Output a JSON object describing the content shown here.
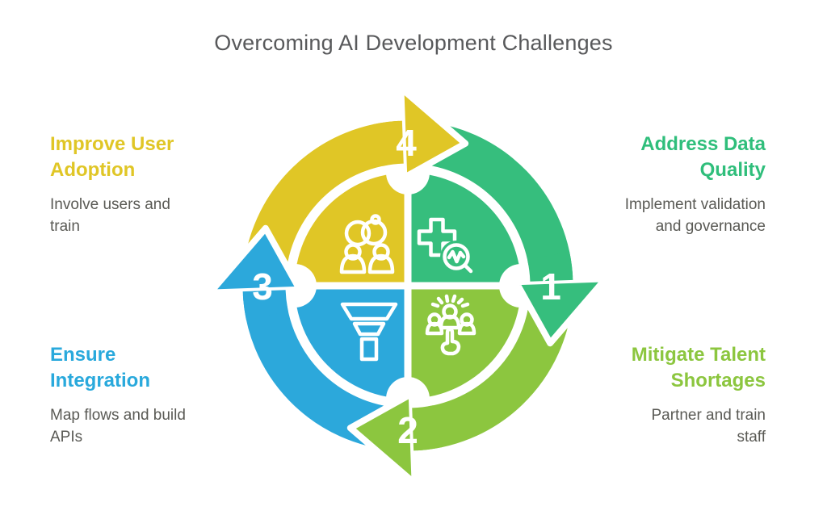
{
  "title": "Overcoming AI Development Challenges",
  "colors": {
    "yellow": "#E0C626",
    "green": "#36BE7D",
    "light_green": "#8CC63F",
    "blue": "#2CA8DB",
    "title_text": "#58595B",
    "body_text": "#5A5A55"
  },
  "steps": [
    {
      "number": "1",
      "title": "Address Data\nQuality",
      "description": "Implement validation\nand governance",
      "color": "#36BE7D",
      "icon": "medical-cross-magnifier-icon",
      "position": "top-right"
    },
    {
      "number": "2",
      "title": "Mitigate Talent\nShortages",
      "description": "Partner and train\nstaff",
      "color": "#8CC63F",
      "icon": "talent-selection-hand-icon",
      "position": "bottom-right"
    },
    {
      "number": "3",
      "title": "Ensure\nIntegration",
      "description": "Map flows and build\nAPIs",
      "color": "#2CA8DB",
      "icon": "funnel-icon",
      "position": "bottom-left"
    },
    {
      "number": "4",
      "title": "Improve User\nAdoption",
      "description": "Involve users and\ntrain",
      "color": "#E0C626",
      "icon": "partnership-rings-users-icon",
      "position": "top-left"
    }
  ]
}
